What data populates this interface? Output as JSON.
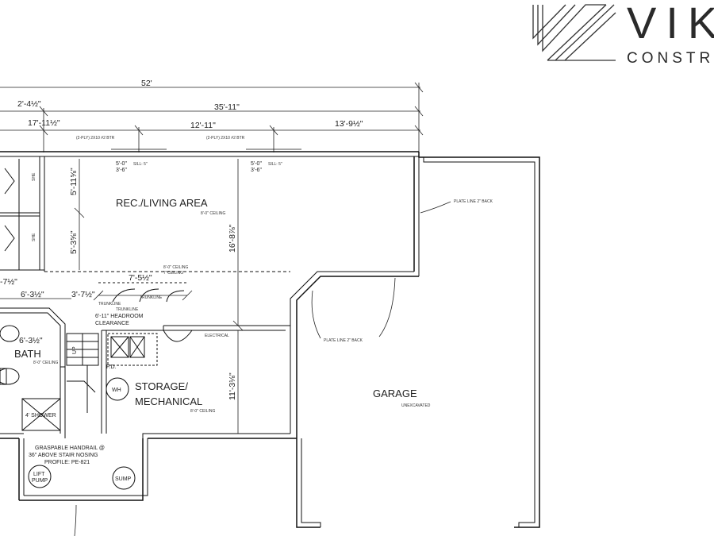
{
  "logo": {
    "name": "VIK",
    "subtitle": "CONSTRU"
  },
  "dimensions": {
    "overall": "52'",
    "d35": "35'-11\"",
    "d2": "2'-4½\"",
    "d17": "17'-11½\"",
    "d12": "12'-11\"",
    "d13": "13'-9½\"",
    "d5_top": "5'-11⅝\"",
    "d5_bot": "5'-3⅝\"",
    "d16": "16'-8⅞\"",
    "d7_5": "7'-5½\"",
    "d3_7": "3'-7½\"",
    "d6_3a": "6'-3½\"",
    "d6_3b": "6'-3½\"",
    "d11": "11'-3⅛\"",
    "d7_left": "-7½\""
  },
  "rooms": {
    "living": "REC./LIVING AREA",
    "living_ceiling": "8'-0\" CEILING",
    "storage_1": "STORAGE/",
    "storage_2": "MECHANICAL",
    "storage_ceiling": "8'-0\" CEILING",
    "garage": "GARAGE",
    "garage_note": "UNEXCAVATED",
    "bath": "BATH",
    "bath_ceiling": "8'-0\" CEILING"
  },
  "notes": {
    "header_1": "(2-PLY) 2X10 #2 BTR",
    "header_2": "(2-PLY) 2X10 #2 BTR",
    "window_1a": "5'-0\"",
    "window_1b": "3'-6\"",
    "window_1_sill": "SILL: 5\"",
    "window_2a": "5'-0\"",
    "window_2b": "3'-6\"",
    "window_2_sill": "SILL: 5\"",
    "plate_line_1": "PLATE LINE 2\" BACK",
    "plate_line_2": "PLATE LINE 2\" BACK",
    "ceiling_change_1": "8'-0\" CEILING",
    "ceiling_change_2": "7' CEILING",
    "trunkline_1": "TRUNKLINE",
    "trunkline_2": "TRUNKLINE",
    "trunkline_3": "TRUNKLINE",
    "headroom_1": "6'-11\" HEADROOM",
    "headroom_2": "CLEARANCE",
    "electrical": "ELECTRICAL",
    "fd": "F.D.",
    "wh": "WH",
    "shower": "4' SHOWER",
    "handrail_1": "GRASPABLE HANDRAIL @",
    "handrail_2": "36\" ABOVE STAIR NOSING",
    "handrail_3": "PROFILE: PE-821",
    "lift_1": "LIFT",
    "lift_2": "PUMP",
    "sump": "SUMP",
    "shelf_1": "SHE",
    "shelf_2": "SHE",
    "stair_up": "UP"
  }
}
